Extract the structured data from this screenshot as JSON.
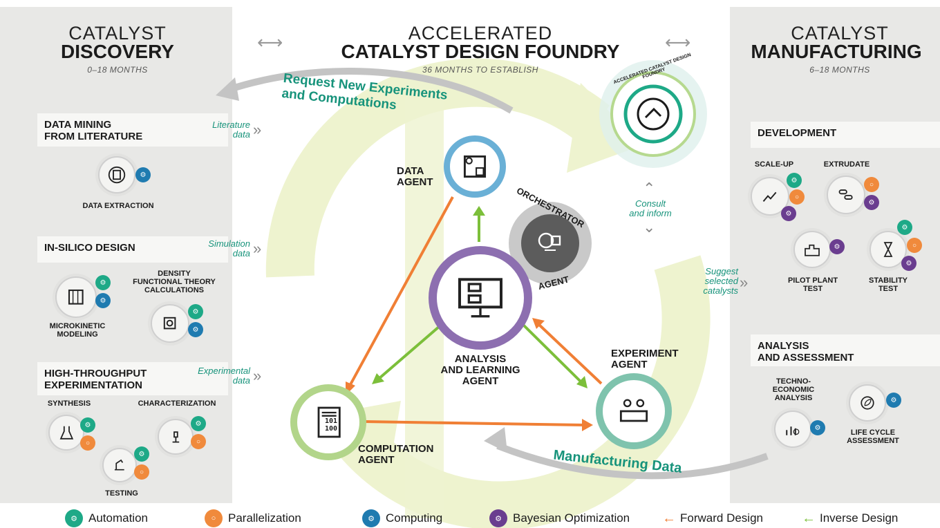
{
  "left": {
    "title_top": "CATALYST",
    "title_bold": "DISCOVERY",
    "subtitle": "0–18 MONTHS",
    "sections": [
      {
        "title": "DATA MINING\nFROM LITERATURE",
        "side": "Literature\ndata"
      },
      {
        "title": "IN-SILICO DESIGN",
        "side": "Simulation\ndata"
      },
      {
        "title": "HIGH-THROUGHPUT\nEXPERIMENTATION",
        "side": "Experimental\ndata"
      }
    ],
    "labels": {
      "data_extraction": "DATA EXTRACTION",
      "microkinetic": "MICROKINETIC\nMODELING",
      "dft": "DENSITY\nFUNCTIONAL THEORY\nCALCULATIONS",
      "synthesis": "SYNTHESIS",
      "characterization": "CHARACTERIZATION",
      "testing": "TESTING"
    }
  },
  "center": {
    "title_top": "ACCELERATED",
    "title_bold": "CATALYST DESIGN FOUNDRY",
    "subtitle": "36 MONTHS TO ESTABLISH",
    "request_text": "Request New Experiments\nand Computations",
    "manufacturing_text": "Manufacturing Data",
    "ring_text": "ACCELERATED CATALYST DESIGN FOUNDRY",
    "consult": "Consult\nand inform",
    "agents": {
      "data": "DATA\nAGENT",
      "orchestrator_top": "ORCHESTRATOR",
      "orchestrator_bottom": "AGENT",
      "analysis": "ANALYSIS\nAND LEARNING\nAGENT",
      "experiment": "EXPERIMENT\nAGENT",
      "computation": "COMPUTATION\nAGENT"
    },
    "binary": "101\n100"
  },
  "right": {
    "title_top": "CATALYST",
    "title_bold": "MANUFACTURING",
    "subtitle": "6–18 MONTHS",
    "suggest": "Suggest\nselected\ncatalysts",
    "development": "DEVELOPMENT",
    "analysis_title": "ANALYSIS\nAND ASSESSMENT",
    "labels": {
      "scaleup": "SCALE-UP",
      "extrudate": "EXTRUDATE",
      "pilot": "PILOT PLANT\nTEST",
      "stability": "STABILITY\nTEST",
      "techno": "TECHNO-\nECONOMIC\nANALYSIS",
      "lca": "LIFE CYCLE\nASSESSMENT"
    }
  },
  "legend": [
    {
      "label": "Automation",
      "color": "#1ea987"
    },
    {
      "label": "Parallelization",
      "color": "#f08a3c"
    },
    {
      "label": "Computing",
      "color": "#1f7bb0"
    },
    {
      "label": "Bayesian Optimization",
      "color": "#6a3d8f"
    },
    {
      "label": "Forward Design",
      "color": "#f07f35"
    },
    {
      "label": "Inverse Design",
      "color": "#7cbf3a"
    }
  ],
  "colors": {
    "teal": "#17937b",
    "forward_arrow": "#f07f35",
    "inverse_arrow": "#7cbf3a",
    "cycle_arrow": "#eef3cf"
  }
}
